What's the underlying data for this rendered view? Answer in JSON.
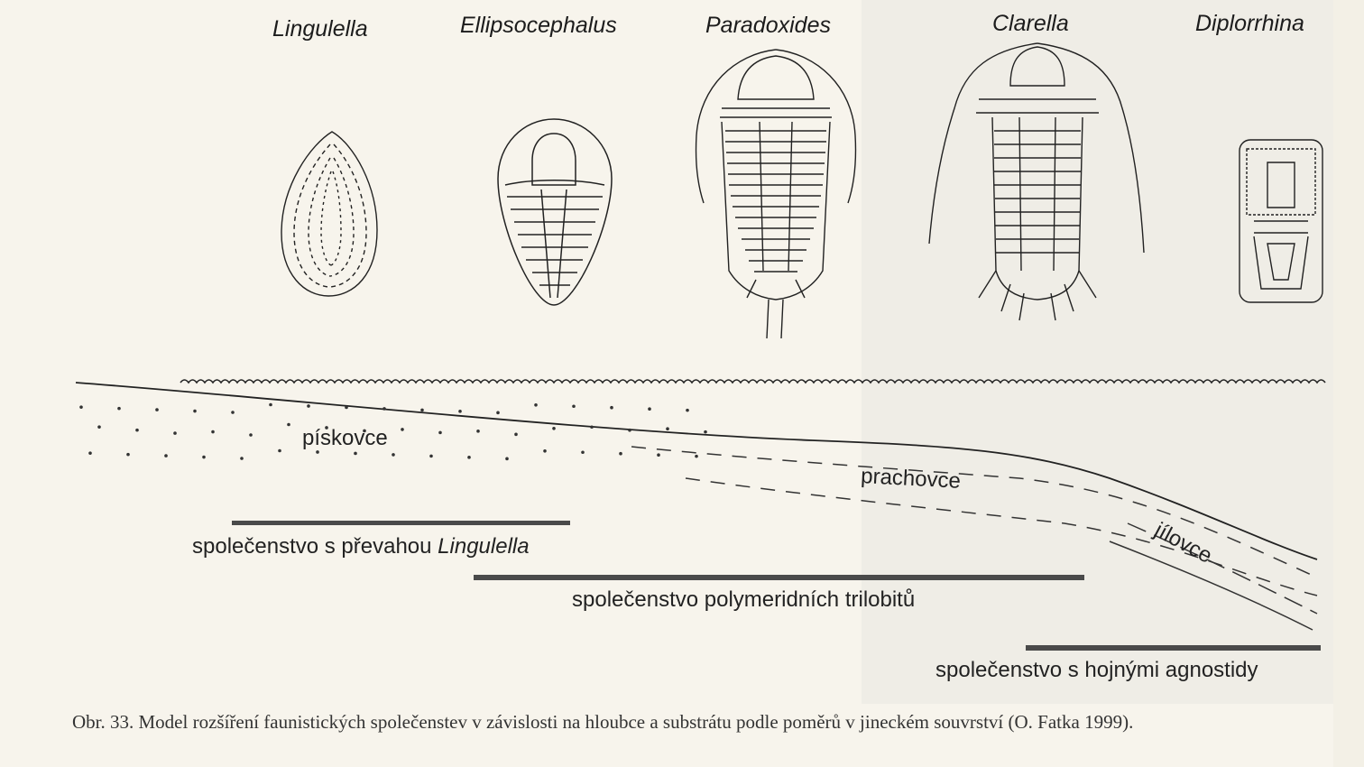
{
  "taxa": [
    {
      "name": "Lingulella",
      "icon": "brachiopod-icon"
    },
    {
      "name": "Ellipsocephalus",
      "icon": "trilobite-icon"
    },
    {
      "name": "Paradoxides",
      "icon": "trilobite-icon"
    },
    {
      "name": "Clarella",
      "icon": "trilobite-icon"
    },
    {
      "name": "Diplorrhina",
      "icon": "agnostid-icon"
    }
  ],
  "sediments": {
    "sandstone": "pískovce",
    "siltstone": "prachovce",
    "shale": "jílovce"
  },
  "communities": {
    "lingulella_prefix": "společenstvo s převahou",
    "lingulella_taxon": "Lingulella",
    "polymerid": "společenstvo polymeridních trilobitů",
    "agnostid": "společenstvo s hojnými agnostidy"
  },
  "caption": "Obr. 33. Model rozšíření faunistických společenstev v závislosti na hloubce a substrátu podle poměrů v jineckém souvrství (O. Fatka 1999).",
  "colors": {
    "range_bar": "#4a4a4a",
    "line": "#1c1c1c",
    "paper": "#f7f4ec"
  }
}
